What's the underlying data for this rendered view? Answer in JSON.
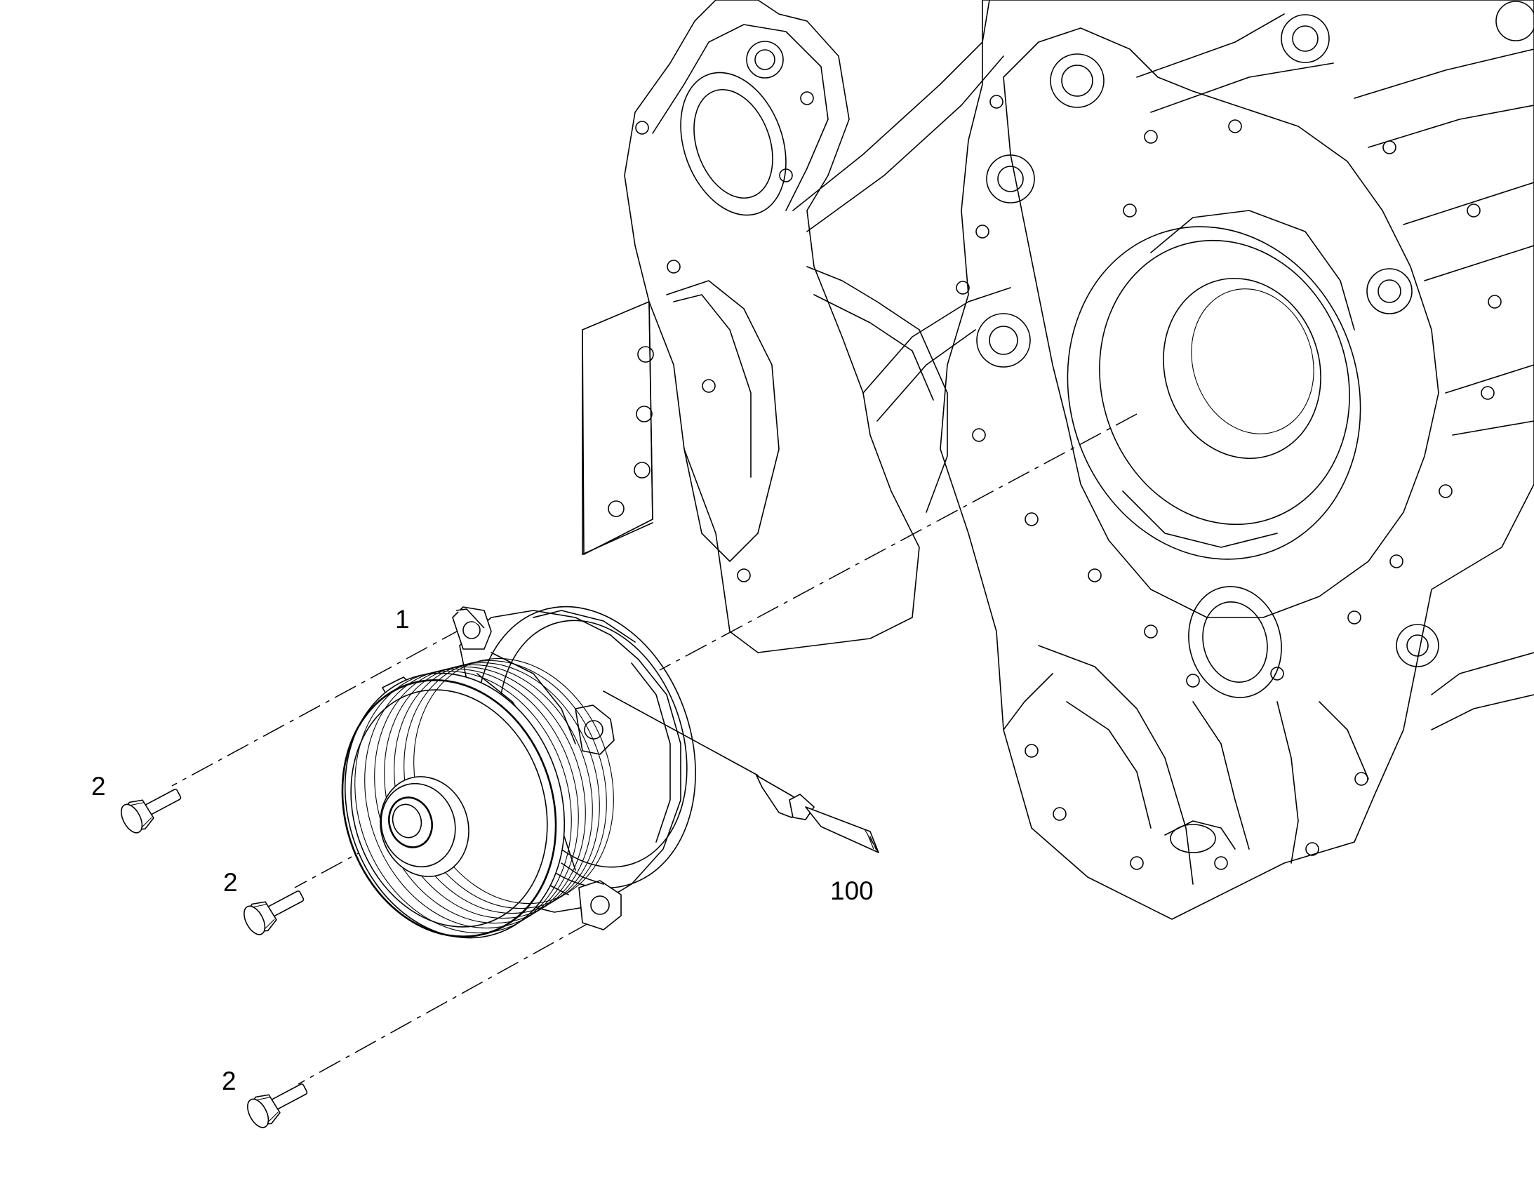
{
  "callouts": {
    "water_pump": "1",
    "bolt_upper": "2",
    "bolt_middle": "2",
    "bolt_lower": "2",
    "sealant": "100"
  },
  "colors": {
    "line": "#000000",
    "background": "#ffffff"
  }
}
